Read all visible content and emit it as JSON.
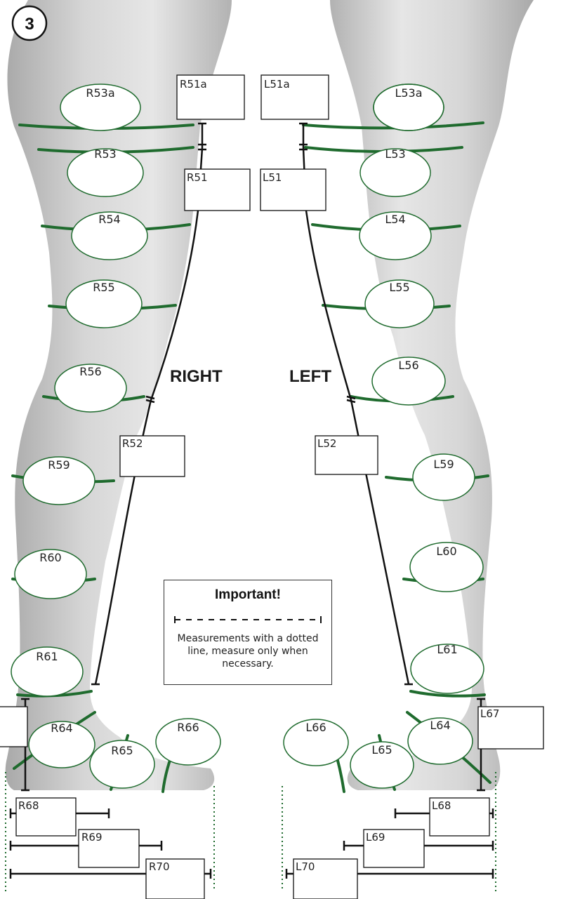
{
  "step_number": "3",
  "side_labels": {
    "right": "RIGHT",
    "left": "LEFT"
  },
  "important_box": {
    "title": "Important!",
    "text": "Measurements with a dotted line, measure only when necessary."
  },
  "right_leg": {
    "circumference_labels": [
      "R53a",
      "R53",
      "R54",
      "R55",
      "R56",
      "R59",
      "R60",
      "R61",
      "R64",
      "R65",
      "R66"
    ],
    "length_labels": [
      "R51a",
      "R51",
      "R52",
      "R68",
      "R69",
      "R70"
    ]
  },
  "left_leg": {
    "circumference_labels": [
      "L53a",
      "L53",
      "L54",
      "L55",
      "L56",
      "L59",
      "L60",
      "L61",
      "L64",
      "L65",
      "L66"
    ],
    "length_labels": [
      "L51a",
      "L51",
      "L52",
      "L67",
      "L68",
      "L69",
      "L70"
    ]
  },
  "colors": {
    "measure_line": "#1f6b2e",
    "leg_shade": "#c9c9c9",
    "ellipse_stroke": "#1f6b2e"
  }
}
